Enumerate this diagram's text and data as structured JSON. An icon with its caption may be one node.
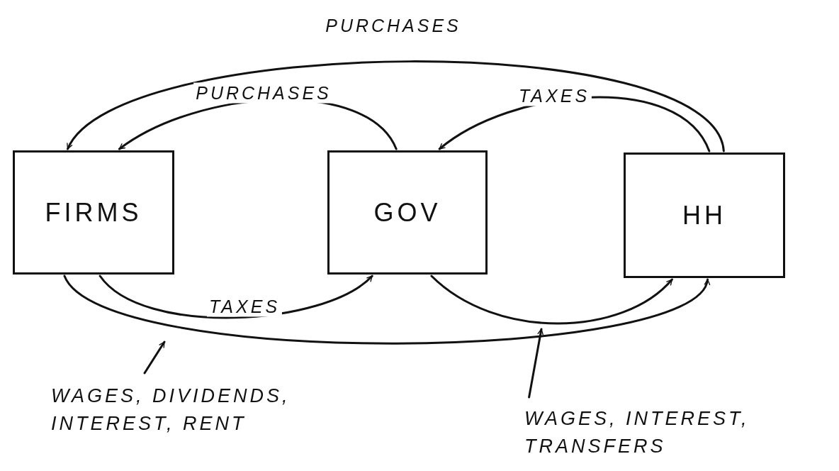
{
  "diagram": {
    "nodes": [
      {
        "text": [
          "FIRMS"
        ]
      },
      {
        "text": [
          "GOV"
        ]
      },
      {
        "text": [
          "HH"
        ]
      },
      {
        "text": [
          "WAGES, DIVIDENDS, INTEREST, RENT"
        ]
      },
      {
        "text": [
          "WAGES, INTEREST, TRANSFERS"
        ]
      }
    ],
    "edges": [
      {
        "from": 2,
        "to": 0,
        "arrow": "to",
        "label": "PURCHASES"
      },
      {
        "from": 1,
        "to": 0,
        "arrow": "to",
        "label": "PURCHASES"
      },
      {
        "from": 2,
        "to": 1,
        "arrow": "to",
        "label": "TAXES"
      },
      {
        "from": 0,
        "to": 1,
        "arrow": "to",
        "label": "TAXES"
      },
      {
        "from": 1,
        "to": 2,
        "arrow": "to"
      },
      {
        "from": 0,
        "to": 2,
        "arrow": "to"
      },
      {
        "from": 3,
        "to": null,
        "arrow": "to"
      },
      {
        "from": 4,
        "to": null,
        "arrow": "to"
      }
    ]
  }
}
